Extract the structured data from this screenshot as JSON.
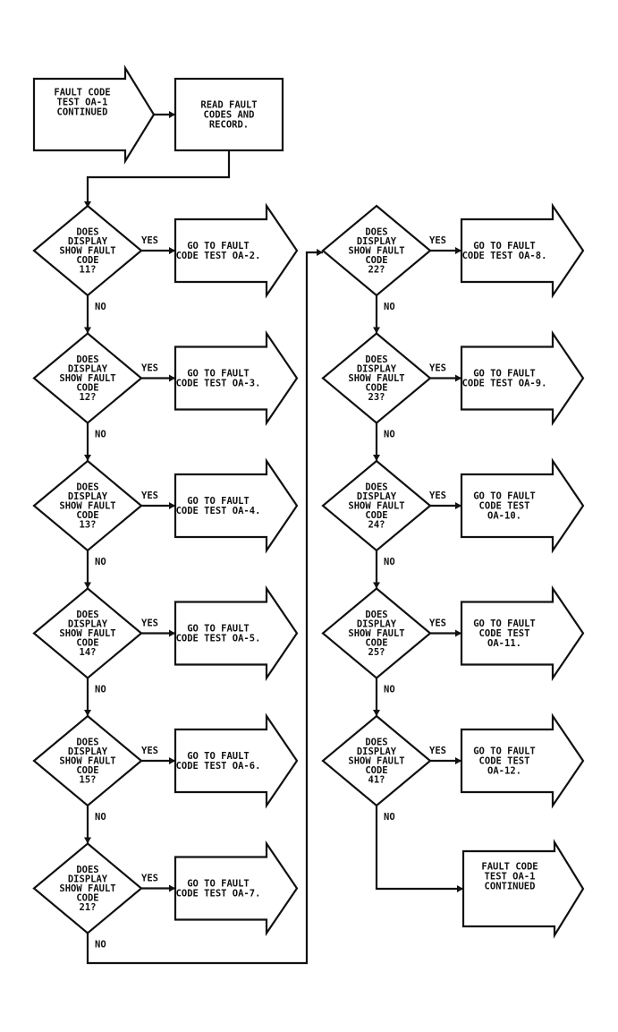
{
  "start": {
    "lines": [
      "FAULT CODE",
      "TEST OA-1",
      "CONTINUED"
    ]
  },
  "read_box": {
    "lines": [
      "READ FAULT",
      "CODES AND",
      "RECORD."
    ]
  },
  "yes_label": "YES",
  "no_label": "NO",
  "column_1": [
    {
      "question": [
        "DOES",
        "DISPLAY",
        "SHOW FAULT",
        "CODE",
        "11?"
      ],
      "result": [
        "GO TO FAULT",
        "CODE TEST OA-2."
      ]
    },
    {
      "question": [
        "DOES",
        "DISPLAY",
        "SHOW FAULT",
        "CODE",
        "12?"
      ],
      "result": [
        "GO TO FAULT",
        "CODE TEST OA-3."
      ]
    },
    {
      "question": [
        "DOES",
        "DISPLAY",
        "SHOW FAULT",
        "CODE",
        "13?"
      ],
      "result": [
        "GO TO FAULT",
        "CODE TEST OA-4."
      ]
    },
    {
      "question": [
        "DOES",
        "DISPLAY",
        "SHOW FAULT",
        "CODE",
        "14?"
      ],
      "result": [
        "GO TO FAULT",
        "CODE TEST OA-5."
      ]
    },
    {
      "question": [
        "DOES",
        "DISPLAY",
        "SHOW FAULT",
        "CODE",
        "15?"
      ],
      "result": [
        "GO TO FAULT",
        "CODE TEST OA-6."
      ]
    },
    {
      "question": [
        "DOES",
        "DISPLAY",
        "SHOW FAULT",
        "CODE",
        "21?"
      ],
      "result": [
        "GO TO FAULT",
        "CODE TEST OA-7."
      ]
    }
  ],
  "column_2": [
    {
      "question": [
        "DOES",
        "DISPLAY",
        "SHOW FAULT",
        "CODE",
        "22?"
      ],
      "result": [
        "GO TO FAULT",
        "CODE TEST OA-8."
      ]
    },
    {
      "question": [
        "DOES",
        "DISPLAY",
        "SHOW FAULT",
        "CODE",
        "23?"
      ],
      "result": [
        "GO TO FAULT",
        "CODE TEST OA-9."
      ]
    },
    {
      "question": [
        "DOES",
        "DISPLAY",
        "SHOW FAULT",
        "CODE",
        "24?"
      ],
      "result": [
        "GO TO FAULT",
        "CODE TEST",
        "OA-10."
      ]
    },
    {
      "question": [
        "DOES",
        "DISPLAY",
        "SHOW FAULT",
        "CODE",
        "25?"
      ],
      "result": [
        "GO TO FAULT",
        "CODE TEST",
        "OA-11."
      ]
    },
    {
      "question": [
        "DOES",
        "DISPLAY",
        "SHOW FAULT",
        "CODE",
        "41?"
      ],
      "result": [
        "GO TO FAULT",
        "CODE TEST",
        "OA-12."
      ]
    }
  ],
  "end": {
    "lines": [
      "FAULT CODE",
      "TEST OA-1",
      "CONTINUED"
    ]
  }
}
